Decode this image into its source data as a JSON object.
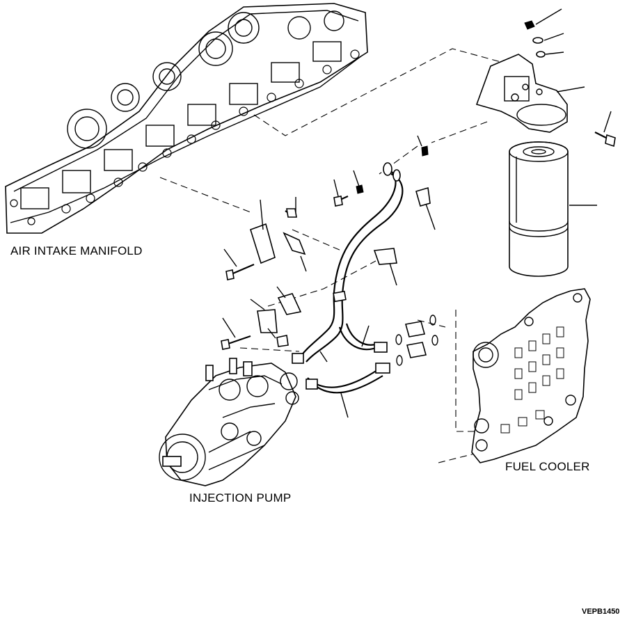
{
  "labels": {
    "air_intake_manifold": "AIR INTAKE MANIFOLD",
    "injection_pump": "INJECTION PUMP",
    "fuel_cooler": "FUEL COOLER",
    "figure_code": "VEPB1450"
  },
  "icons": {
    "air_intake_manifold": "manifold-drawing",
    "fuel_filter_head": "filter-head-drawing",
    "fuel_filter": "cartridge-drawing",
    "injection_pump": "pump-drawing",
    "fuel_cooler": "cooler-plate-drawing"
  }
}
